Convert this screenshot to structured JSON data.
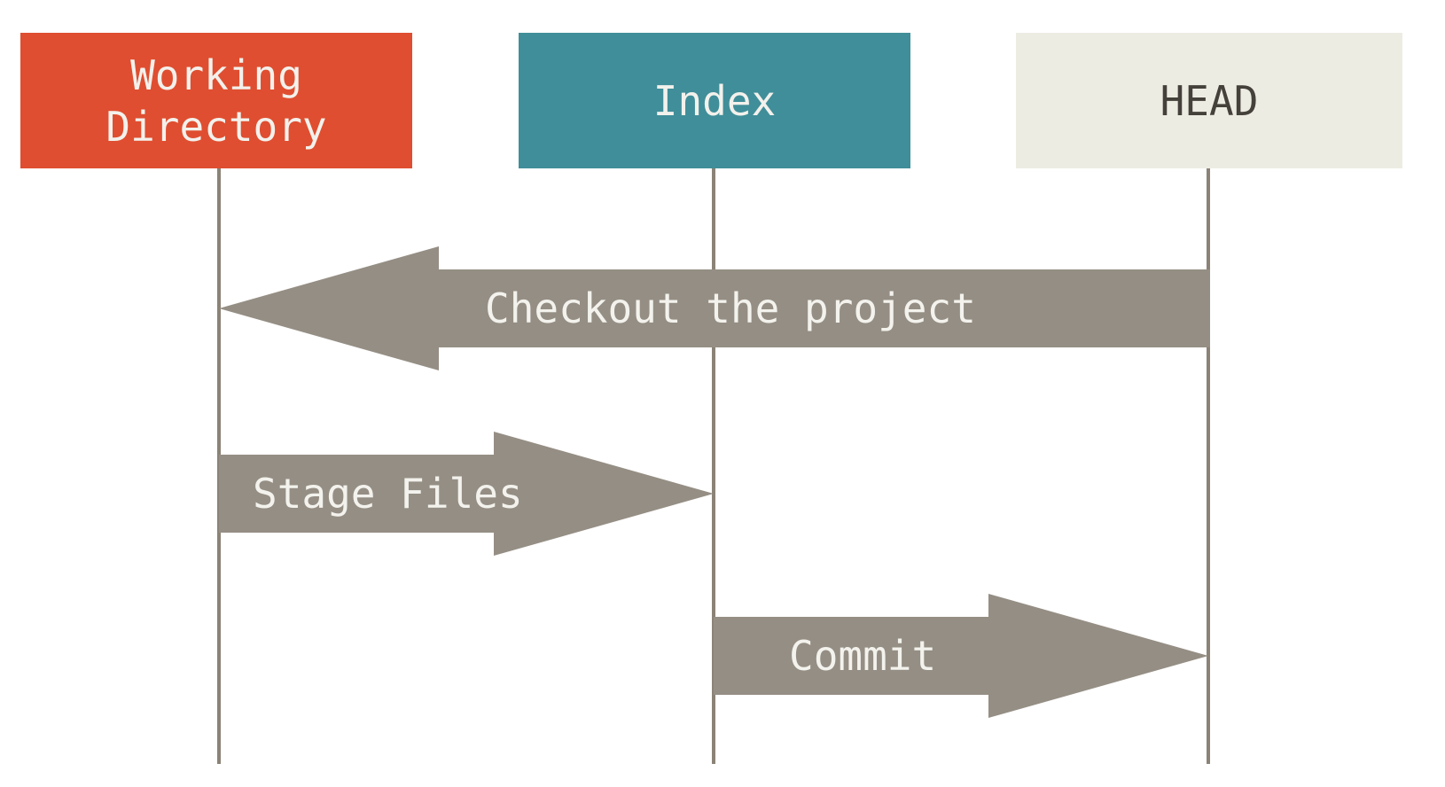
{
  "columns": [
    {
      "id": "working-directory",
      "label": "Working\nDirectory",
      "bg": "#DF4E30",
      "text_color": "#F3F1EC"
    },
    {
      "id": "index",
      "label": "Index",
      "bg": "#408E99",
      "text_color": "#F3F1EC"
    },
    {
      "id": "head",
      "label": "HEAD",
      "bg": "#EDECE3",
      "text_color": "#44403A"
    }
  ],
  "arrows": [
    {
      "id": "checkout",
      "label": "Checkout the project",
      "from": "head",
      "to": "working-directory",
      "direction": "left"
    },
    {
      "id": "stage",
      "label": "Stage Files",
      "from": "working-directory",
      "to": "index",
      "direction": "right"
    },
    {
      "id": "commit",
      "label": "Commit",
      "from": "index",
      "to": "head",
      "direction": "right"
    }
  ],
  "colors": {
    "arrow": "#958E84",
    "arrow_label_text": "#F3F2ED",
    "lifeline": "#8B8377",
    "background": "#FFFFFF"
  }
}
